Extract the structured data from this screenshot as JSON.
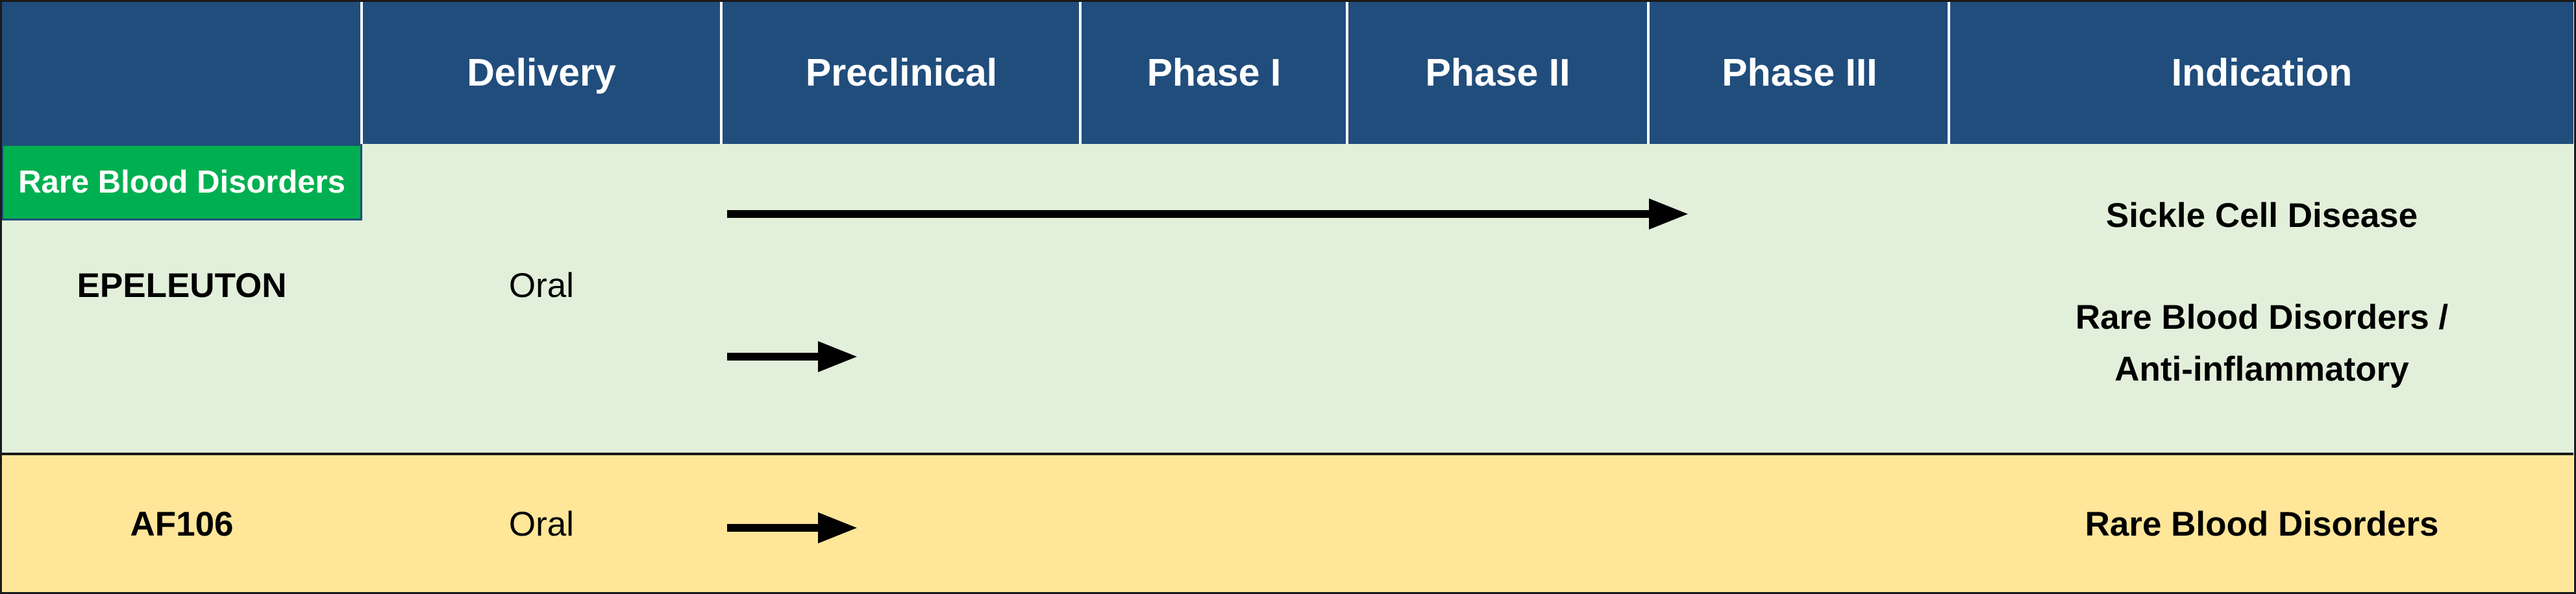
{
  "header": {
    "columns": [
      "",
      "Delivery",
      "Preclinical",
      "Phase I",
      "Phase II",
      "Phase III",
      "Indication"
    ]
  },
  "category_badge": "Rare Blood Disorders",
  "rows": [
    {
      "drug": "EPELEUTON",
      "delivery": "Oral",
      "programs": [
        {
          "indication": "Sickle Cell Disease",
          "stage_reached": "Phase III"
        },
        {
          "indication_line1": "Rare Blood Disorders /",
          "indication_line2": "Anti-inflammatory",
          "stage_reached": "Preclinical"
        }
      ]
    },
    {
      "drug": "AF106",
      "delivery": "Oral",
      "programs": [
        {
          "indication": "Rare Blood Disorders",
          "stage_reached": "Preclinical"
        }
      ]
    }
  ],
  "colors": {
    "header_bg": "#204d7c",
    "epeleuton_row_bg": "#e2efda",
    "af106_row_bg": "#ffe699",
    "badge_bg": "#00b050",
    "arrow": "#000000"
  },
  "icons": {
    "progress_arrow": "right-arrow-icon"
  }
}
